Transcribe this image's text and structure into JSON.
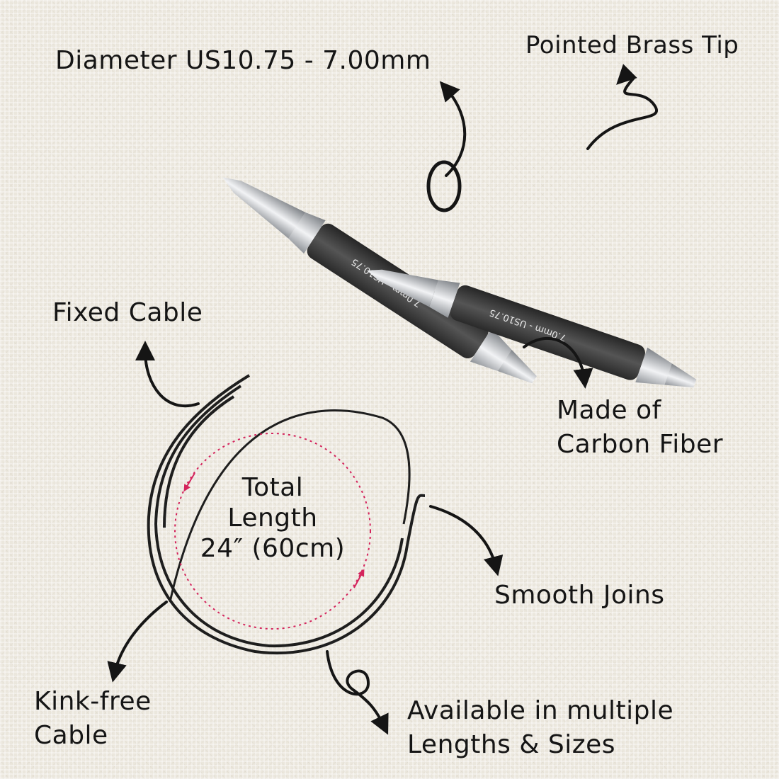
{
  "labels": {
    "diameter": "Diameter US10.75 - 7.00mm",
    "tip": "Pointed Brass Tip",
    "fixed_cable": "Fixed Cable",
    "carbon_fiber_1": "Made of",
    "carbon_fiber_2": "Carbon Fiber",
    "total_length_1": "Total",
    "total_length_2": "Length",
    "total_length_3": "24″ (60cm)",
    "smooth_joins": "Smooth Joins",
    "kink_free_1": "Kink-free",
    "kink_free_2": "Cable",
    "available_1": "Available in multiple",
    "available_2": "Lengths & Sizes"
  },
  "needle_print": {
    "left": "7.0mm - US10.75",
    "right": "7.0mm - US10.75"
  },
  "colors": {
    "background": "#ebe7dd",
    "text": "#151515",
    "needle_body": "#3a3a3a",
    "cable": "#1e1e1e",
    "metal": "#c9ccd0",
    "dashed_circle": "#d4245c"
  },
  "icons": [
    "curved-arrow-icon",
    "loop-arrow-icon"
  ]
}
